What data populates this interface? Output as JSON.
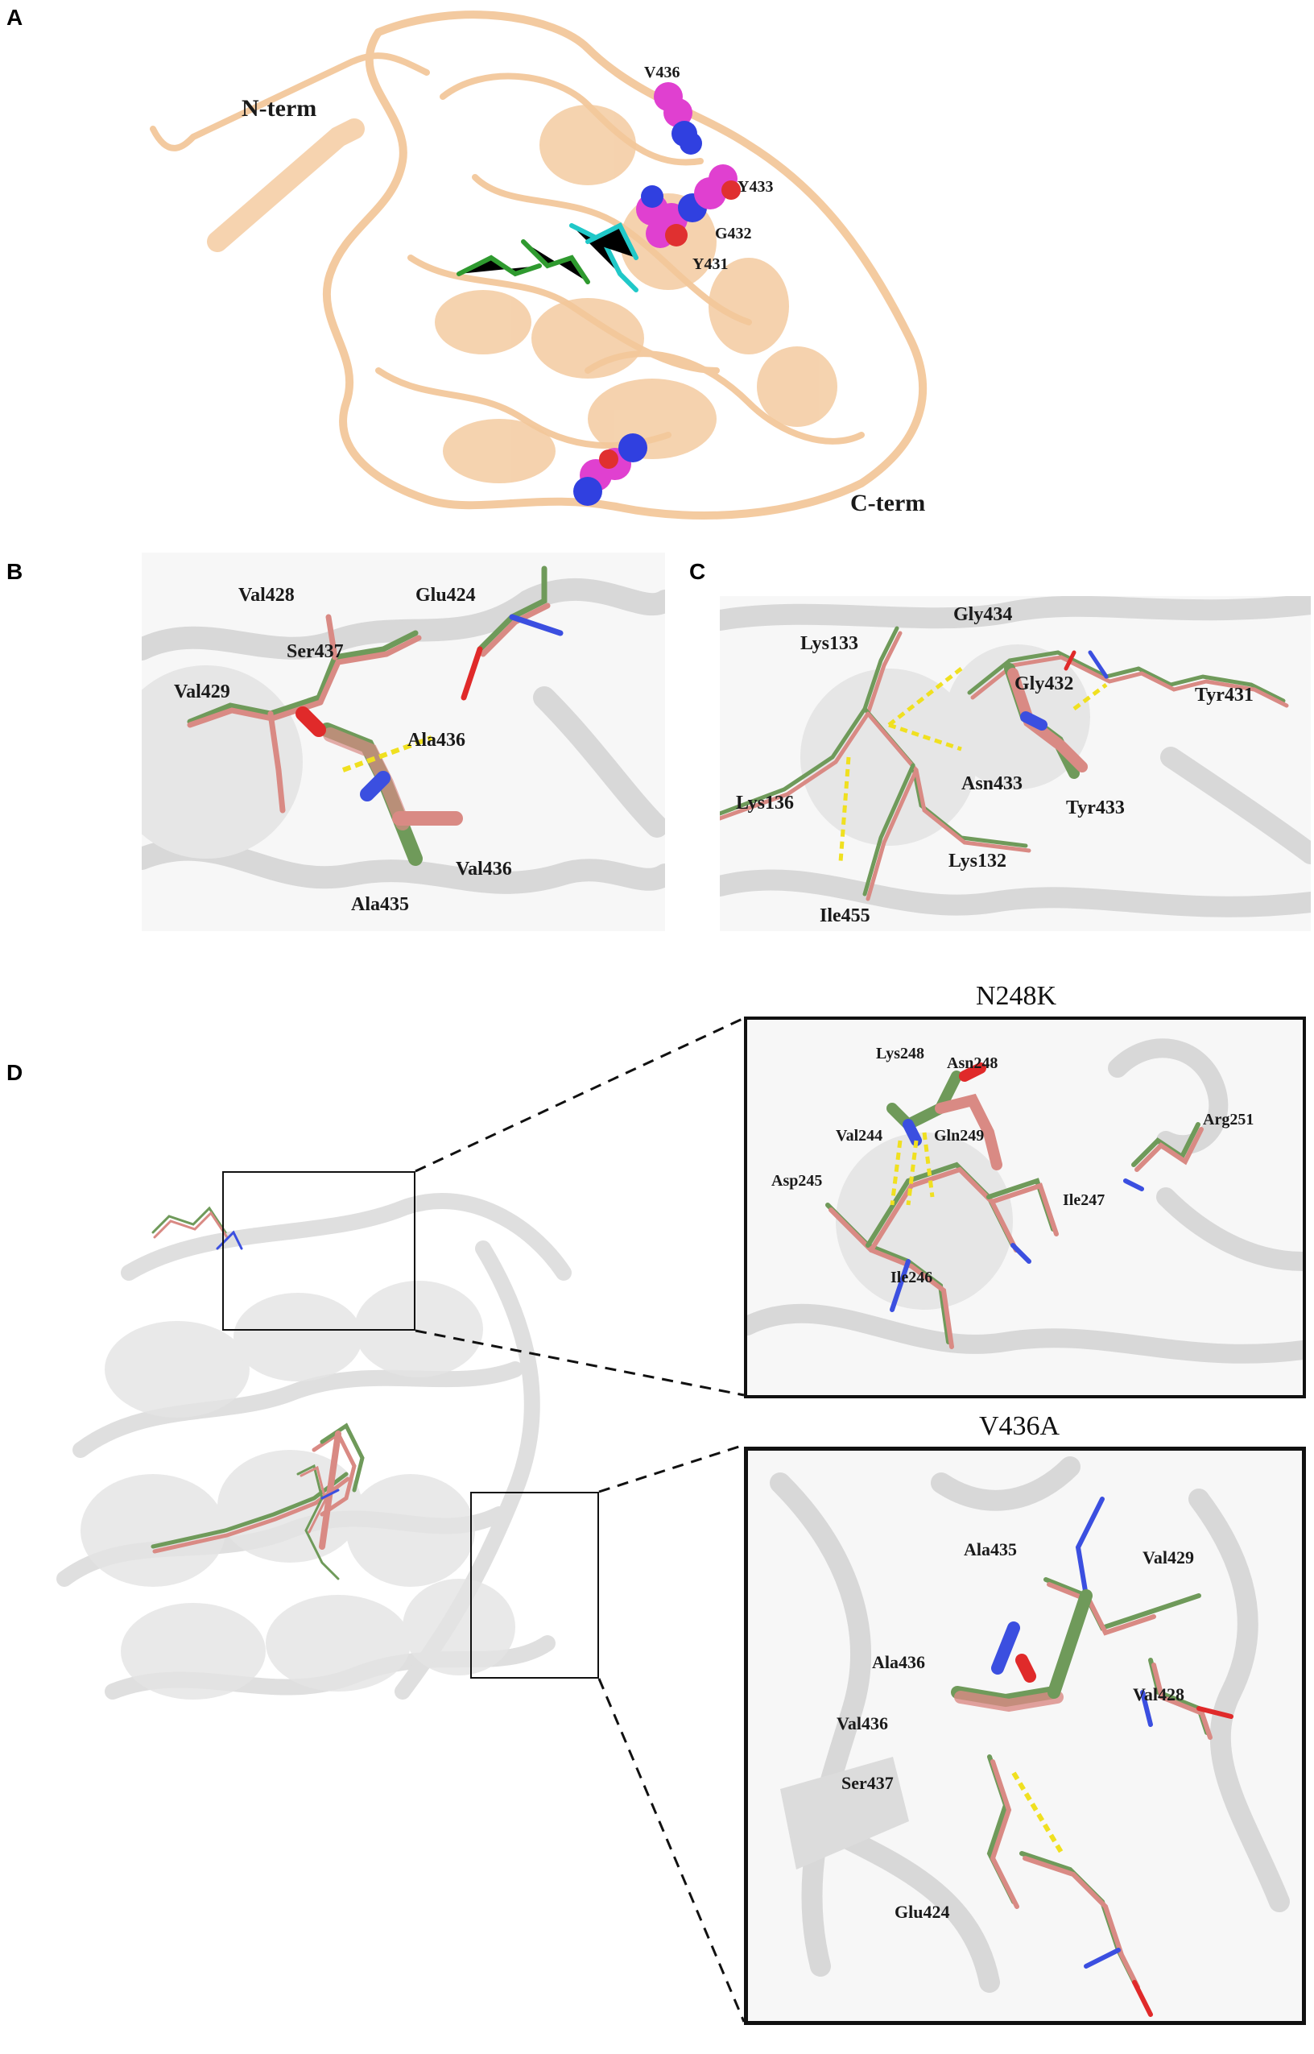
{
  "panels": {
    "A": {
      "letter": "A",
      "labels": {
        "n_term": "N-term",
        "c_term": "C-term",
        "v436": "V436",
        "y433": "Y433",
        "g432": "G432",
        "y431": "Y431"
      },
      "colors": {
        "protein": "#f3c89b",
        "sphere_magenta": "#e040d0",
        "sphere_blue": "#3040e0",
        "sphere_red": "#e03030",
        "ligand_green": "#2f9a2f",
        "ligand_cyan": "#20c8c8"
      }
    },
    "B": {
      "letter": "B",
      "labels": {
        "val428": "Val428",
        "glu424": "Glu424",
        "ser437": "Ser437",
        "val429": "Val429",
        "ala436": "Ala436",
        "val436": "Val436",
        "ala435": "Ala435"
      }
    },
    "C": {
      "letter": "C",
      "labels": {
        "gly434": "Gly434",
        "lys133": "Lys133",
        "gly432": "Gly432",
        "tyr431": "Tyr431",
        "lys136": "Lys136",
        "asn433": "Asn433",
        "tyr433": "Tyr433",
        "lys132": "Lys132",
        "ile455": "Ile455"
      }
    },
    "D": {
      "letter": "D",
      "inset_top": {
        "title": "N248K",
        "labels": {
          "lys248": "Lys248",
          "asn248": "Asn248",
          "val244": "Val244",
          "gln249": "Gln249",
          "arg251": "Arg251",
          "asp245": "Asp245",
          "ile247": "Ile247",
          "ile246": "Ile246"
        }
      },
      "inset_bottom": {
        "title": "V436A",
        "labels": {
          "ala435": "Ala435",
          "val429": "Val429",
          "ala436": "Ala436",
          "val436": "Val436",
          "val428": "Val428",
          "ser437": "Ser437",
          "glu424": "Glu424"
        }
      }
    }
  },
  "colors": {
    "wildtype_stick": "#d98a84",
    "mutant_stick": "#6f9a5a",
    "hbond": "#f0e020",
    "cartoon_gray": "#d8d8d8",
    "nitrogen": "#3b4fe0",
    "oxygen": "#e02a2a"
  }
}
